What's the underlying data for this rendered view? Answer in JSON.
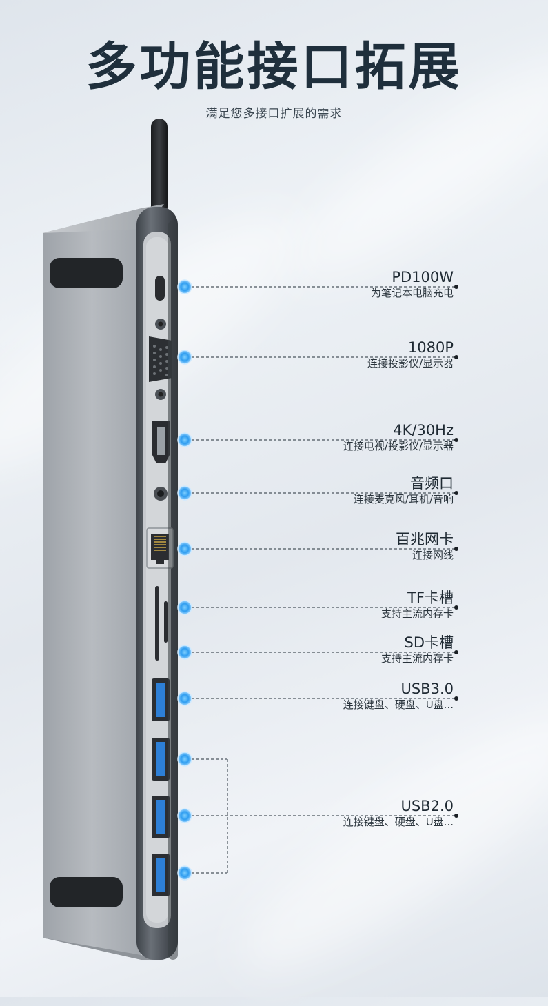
{
  "header": {
    "title": "多功能接口拓展",
    "subtitle": "满足您多接口扩展的需求"
  },
  "ports": [
    {
      "label": "PD100W",
      "desc": "为笔记本电脑充电"
    },
    {
      "label": "1080P",
      "desc": "连接投影仪/显示器"
    },
    {
      "label": "4K/30Hz",
      "desc": "连接电视/投影仪/显示器"
    },
    {
      "label": "音频口",
      "desc": "连接麦克风/耳机/音响"
    },
    {
      "label": "百兆网卡",
      "desc": "连接网线"
    },
    {
      "label": "TF卡槽",
      "desc": "支持主流内存卡"
    },
    {
      "label": "SD卡槽",
      "desc": "支持主流内存卡"
    },
    {
      "label": "USB3.0",
      "desc": "连接键盘、硬盘、U盘..."
    },
    {
      "label": "USB2.0",
      "desc": "连接键盘、硬盘、U盘..."
    }
  ],
  "colors": {
    "title": "#1f2f3c",
    "marker": "#2f9df0",
    "usb_blue": "#2d7fd6",
    "device_body": "#a9aeb4",
    "device_panel": "#4a4f56"
  }
}
